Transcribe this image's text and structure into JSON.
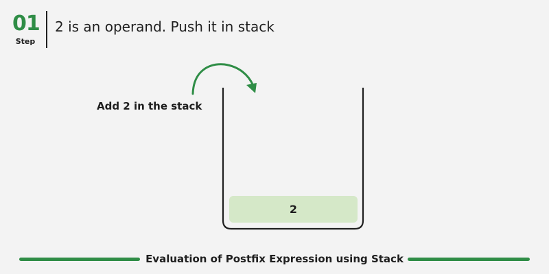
{
  "step": {
    "number": "01",
    "label": "Step",
    "title": "2 is an operand. Push it in stack"
  },
  "annotation": {
    "text": "Add 2 in the stack",
    "arrow_icon": "curved-arrow-icon"
  },
  "stack": {
    "items": [
      "2"
    ]
  },
  "footer": {
    "title": "Evaluation of Postfix Expression using Stack"
  },
  "colors": {
    "accent": "#2f8d46",
    "stack_item_fill": "#d5e8c8",
    "background": "#f3f3f3",
    "text": "#1f1f1f"
  }
}
